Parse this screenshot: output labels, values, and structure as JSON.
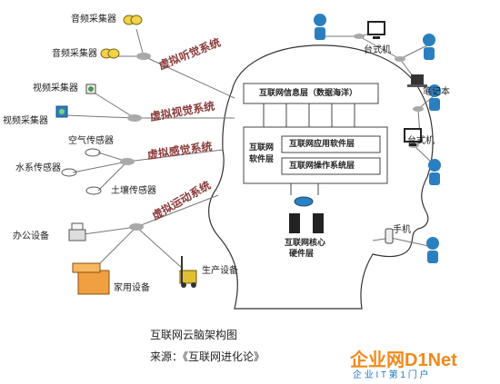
{
  "left_devices": {
    "audio1": "音频采集器",
    "audio2": "音频采集器",
    "video1": "视频采集器",
    "video2": "视频采集器",
    "air": "空气传感器",
    "water": "水系传感器",
    "soil": "土壤传感器",
    "office": "办公设备",
    "home": "家用设备",
    "production": "生产设备"
  },
  "systems": {
    "hearing": "虚拟听觉系统",
    "vision": "虚拟视觉系统",
    "sense": "虚拟感觉系统",
    "motion": "虚拟运动系统"
  },
  "brain": {
    "info_layer": "互联网信息层（数据海洋）",
    "software_layer_line1": "互联网",
    "software_layer_line2": "软件层",
    "app_software": "互联网应用软件层",
    "os_software": "互联网操作系统层",
    "core_line1": "互联网核心",
    "core_line2": "硬件层"
  },
  "right_devices": {
    "desktop1": "台式机",
    "laptop": "笔记本",
    "desktop2": "台式机",
    "phone": "手机"
  },
  "caption": {
    "title": "互联网云脑架构图",
    "source": "来源：《互联网进化论》"
  },
  "watermark": {
    "main": "企业网D1Net",
    "sub": "企 业 I T 第 1 门 户"
  },
  "colors": {
    "system_text": "#8a3a3a",
    "node": "#a9a9a9",
    "person": "#2a7fbf",
    "watermark_orange": "#f08a1c",
    "watermark_blue": "#1e78c8"
  }
}
